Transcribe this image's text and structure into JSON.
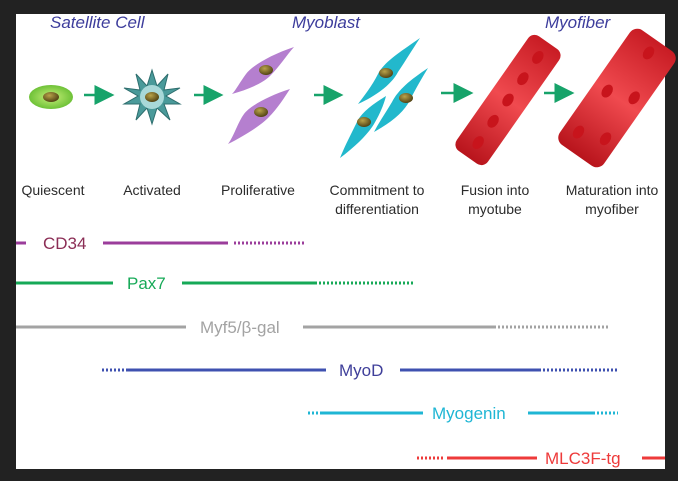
{
  "phases": [
    {
      "label": "Satellite Cell"
    },
    {
      "label": "Myoblast"
    },
    {
      "label": "Myofiber"
    }
  ],
  "stages": [
    {
      "line1": "Quiescent",
      "line2": ""
    },
    {
      "line1": "Activated",
      "line2": ""
    },
    {
      "line1": "Proliferative",
      "line2": ""
    },
    {
      "line1": "Commitment to",
      "line2": "differentiation"
    },
    {
      "line1": "Fusion into",
      "line2": "myotube"
    },
    {
      "line1": "Maturation into",
      "line2": "myofiber"
    }
  ],
  "markers": [
    {
      "label": "CD34",
      "color": "#9b3d9b",
      "text_color": "#8b2d55"
    },
    {
      "label": "Pax7",
      "color": "#16a957",
      "text_color": "#16a957"
    },
    {
      "label": "Myf5/β-gal",
      "color": "#a3a3a3",
      "text_color": "#a3a3a3"
    },
    {
      "label": "MyoD",
      "color": "#3f51b0",
      "text_color": "#3f3f9a"
    },
    {
      "label": "Myogenin",
      "color": "#1fb6d4",
      "text_color": "#1fb6d4"
    },
    {
      "label": "MLC3F-tg",
      "color": "#ee3a3a",
      "text_color": "#ee3a3a"
    }
  ],
  "colors": {
    "arrow": "#17a36a",
    "quiescent": "#7ccf3a",
    "activated": "#3f8f8f",
    "proliferative": "#b07cc8",
    "committed": "#1fb8c8",
    "myotube": "#e8323a",
    "nucleus": "#6b5a1e"
  }
}
